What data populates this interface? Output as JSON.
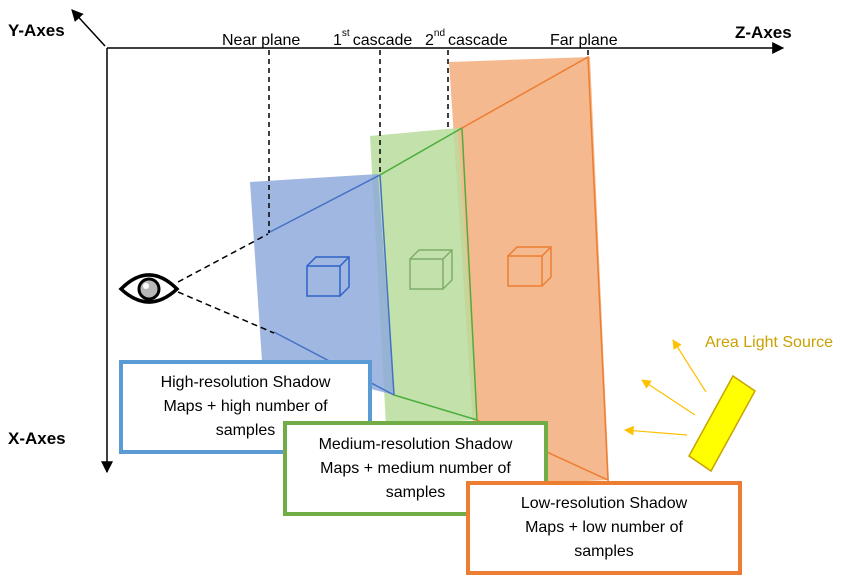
{
  "axes": {
    "y_label": "Y-Axes",
    "z_label": "Z-Axes",
    "x_label": "X-Axes"
  },
  "planes": {
    "near": "Near plane",
    "first_num": "1",
    "first_sup": "st",
    "first_word": "cascade",
    "second_num": "2",
    "second_sup": "nd",
    "second_word": "cascade",
    "far": "Far plane"
  },
  "light": {
    "label": "Area Light Source",
    "color": "#c9a100",
    "fill": "#ffff00"
  },
  "boxes": {
    "high": {
      "line1": "High-resolution Shadow",
      "line2": "Maps + high number of",
      "line3": "samples"
    },
    "medium": {
      "line1": "Medium-resolution Shadow",
      "line2": "Maps + medium number of",
      "line3": "samples"
    },
    "low": {
      "line1": "Low-resolution Shadow",
      "line2": "Maps + low number of",
      "line3": "samples"
    }
  },
  "colors": {
    "blue": "#4472c4",
    "blue_fill": "#8faadc",
    "green": "#70ad47",
    "green_fill": "#c5e0b4",
    "orange": "#ed7d31",
    "orange_fill": "#f4b183"
  },
  "icons": {
    "viewer": "eye-icon",
    "light": "light-bar-icon"
  }
}
